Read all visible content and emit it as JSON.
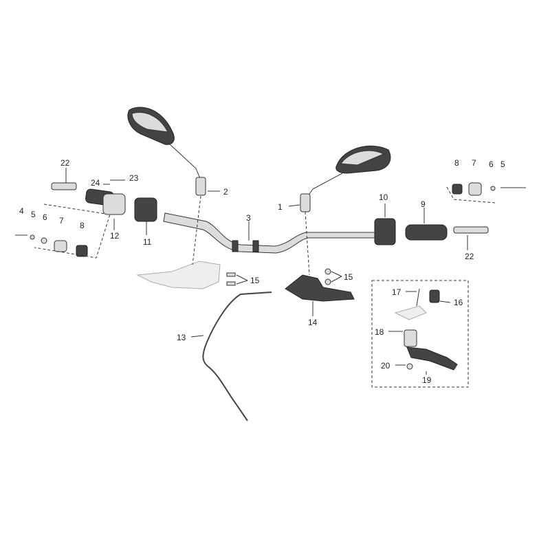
{
  "callouts": {
    "c1": "1",
    "c2": "2",
    "c3": "3",
    "c4": "4",
    "c5l": "5",
    "c6l": "6",
    "c7l": "7",
    "c8l": "8",
    "c5r": "5",
    "c6r": "6",
    "c7r": "7",
    "c8r": "8",
    "c9": "9",
    "c10": "10",
    "c11": "11",
    "c12": "12",
    "c13": "13",
    "c14": "14",
    "c15l": "15",
    "c15r": "15",
    "c16": "16",
    "c17": "17",
    "c18": "18",
    "c19": "19",
    "c20": "20",
    "c22l": "22",
    "c22r": "22",
    "c23": "23",
    "c24": "24"
  }
}
